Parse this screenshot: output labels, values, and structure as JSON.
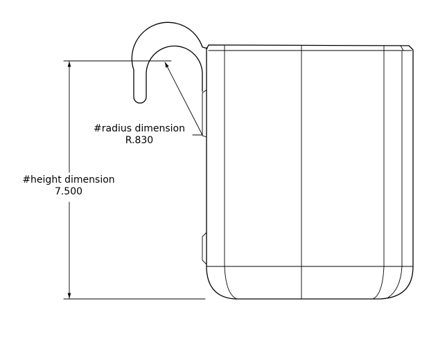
{
  "dimensions": {
    "radius": {
      "name": "#radius dimension",
      "value": "R.830"
    },
    "height": {
      "name": "#height dimension",
      "value": "7.500"
    }
  }
}
